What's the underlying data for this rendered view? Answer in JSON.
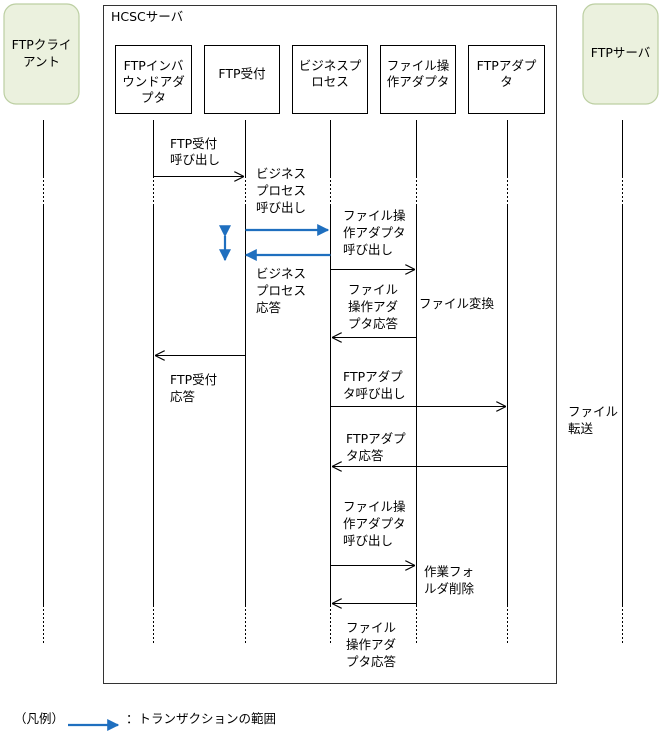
{
  "hcsc_title": "HCSCサーバ",
  "ftp_client": [
    "FTPクライ",
    "アント"
  ],
  "ftp_server": "FTPサーバ",
  "components": [
    [
      "FTPインバ",
      "ウンドアダ",
      "プタ"
    ],
    [
      "FTP受付"
    ],
    [
      "ビジネスプ",
      "ロセス"
    ],
    [
      "ファイル操",
      "作アダプタ"
    ],
    [
      "FTPアダプ",
      "タ"
    ]
  ],
  "messages": {
    "m1": [
      "FTP受付",
      "呼び出し"
    ],
    "m2": [
      "ビジネス",
      "プロセス",
      "呼び出し"
    ],
    "m3": [
      "ファイル操",
      "作アダプタ",
      "呼び出し"
    ],
    "m4": [
      "ビジネス",
      "プロセス",
      "応答"
    ],
    "m5": [
      "ファイル",
      "操作アダ",
      "プタ応答"
    ],
    "m6": "ファイル変換",
    "m7": [
      "FTP受付",
      "応答"
    ],
    "m8": [
      "FTPアダプ",
      "タ呼び出し"
    ],
    "m9": [
      "ファイル",
      "転送"
    ],
    "m10": [
      "FTPアダプ",
      "タ応答"
    ],
    "m11": [
      "ファイル操",
      "作アダプタ",
      "呼び出し"
    ],
    "m12": [
      "作業フォ",
      "ルダ削除"
    ],
    "m13": [
      "ファイル",
      "操作アダ",
      "プタ応答"
    ]
  },
  "legend": {
    "label": "（凡例）",
    "desc": "：トランザクションの範囲"
  },
  "colors": {
    "actor_fill": "#EBF1DE",
    "actor_stroke": "#BCCFA2",
    "transaction_blue": "#1F6FBF",
    "line": "#000000"
  }
}
